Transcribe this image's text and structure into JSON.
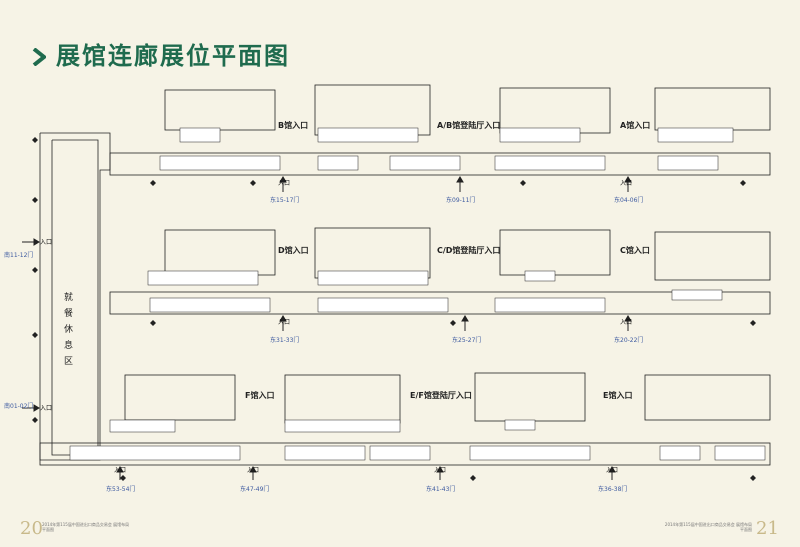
{
  "title": "展馆连廊展位平面图",
  "halls": {
    "b": "B馆入口",
    "ab": "A/B馆登陆厅入口",
    "a": "A馆入口",
    "d": "D馆入口",
    "cd": "C/D馆登陆厅入口",
    "c": "C馆入口",
    "f": "F馆入口",
    "ef": "E/F馆登陆厅入口",
    "e": "E馆入口"
  },
  "gates": {
    "g15": "东15-17门",
    "g09": "东09-11门",
    "g04": "东04-06门",
    "g31": "东31-33门",
    "g25": "东25-27门",
    "g20": "东20-22门",
    "g53": "东53-54门",
    "g47": "东47-49门",
    "g41": "东41-43门",
    "g36": "东36-38门",
    "n11": "南11-12门",
    "n01": "南01-02门"
  },
  "entrance": "入口",
  "dining": "就餐休息区",
  "pages": {
    "left": "20",
    "right": "21"
  },
  "footer": "2014年第115届中国进出口商品交易会 展馆布局平面图",
  "colors": {
    "accent": "#1f6b4e",
    "gate": "#3d5aa0"
  }
}
